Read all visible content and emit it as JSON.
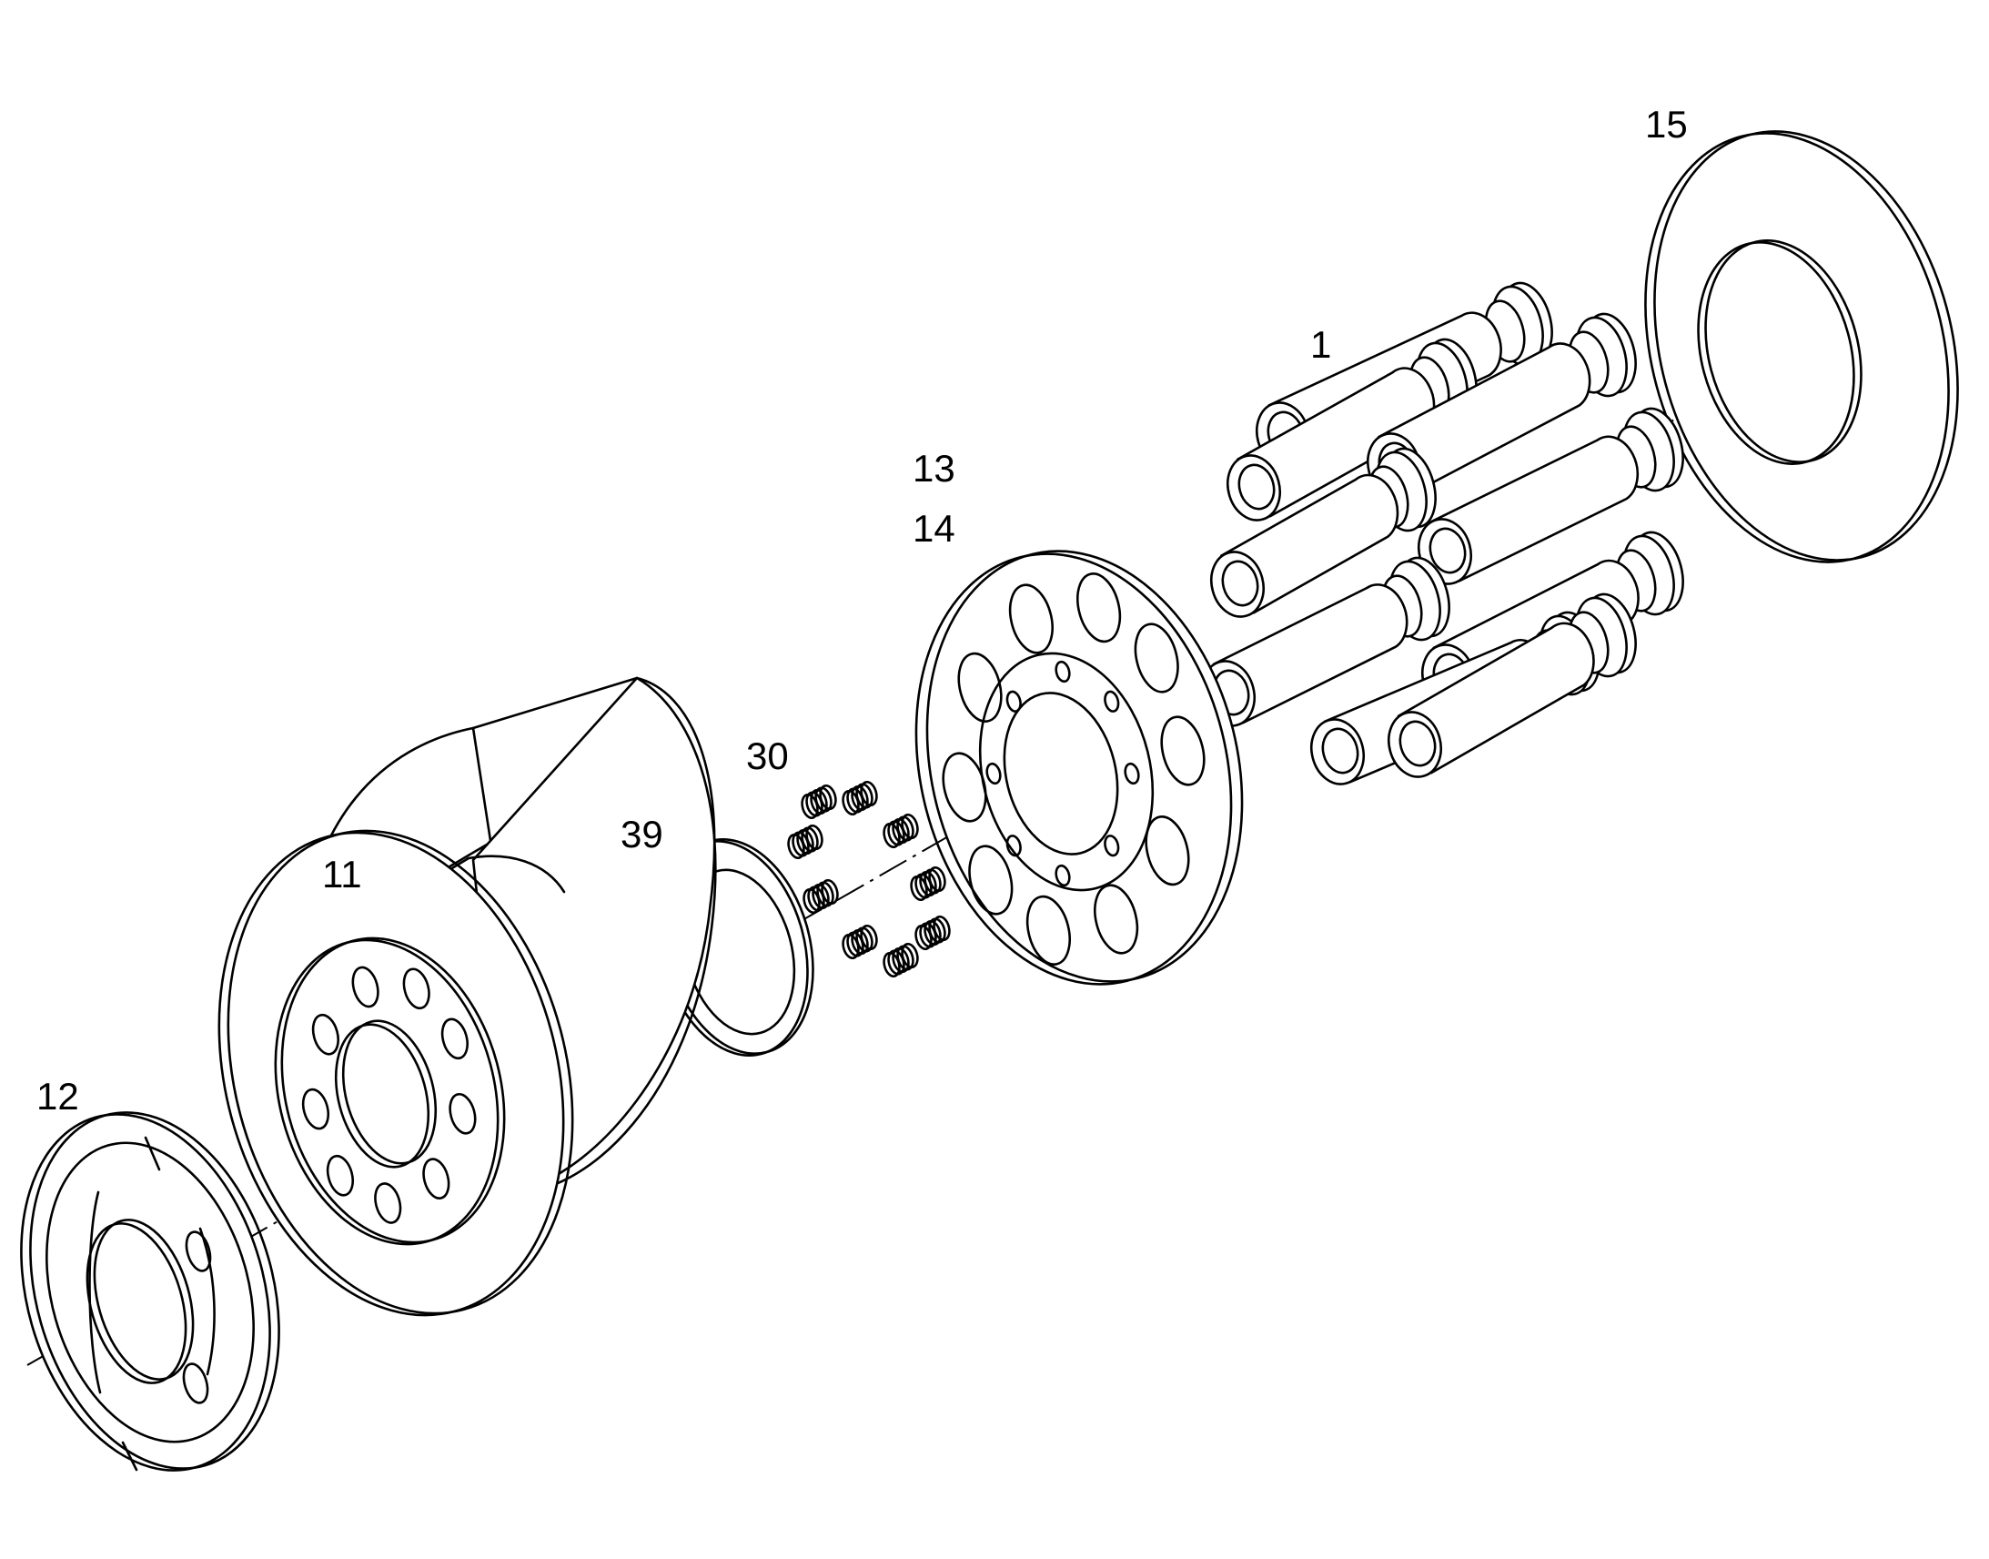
{
  "callouts": {
    "p1": "1",
    "p15": "15",
    "p13": "13",
    "p14": "14",
    "p30": "30",
    "p39": "39",
    "p11": "11",
    "p12": "12"
  },
  "colors": {
    "line": "#000000",
    "background": "#ffffff"
  }
}
